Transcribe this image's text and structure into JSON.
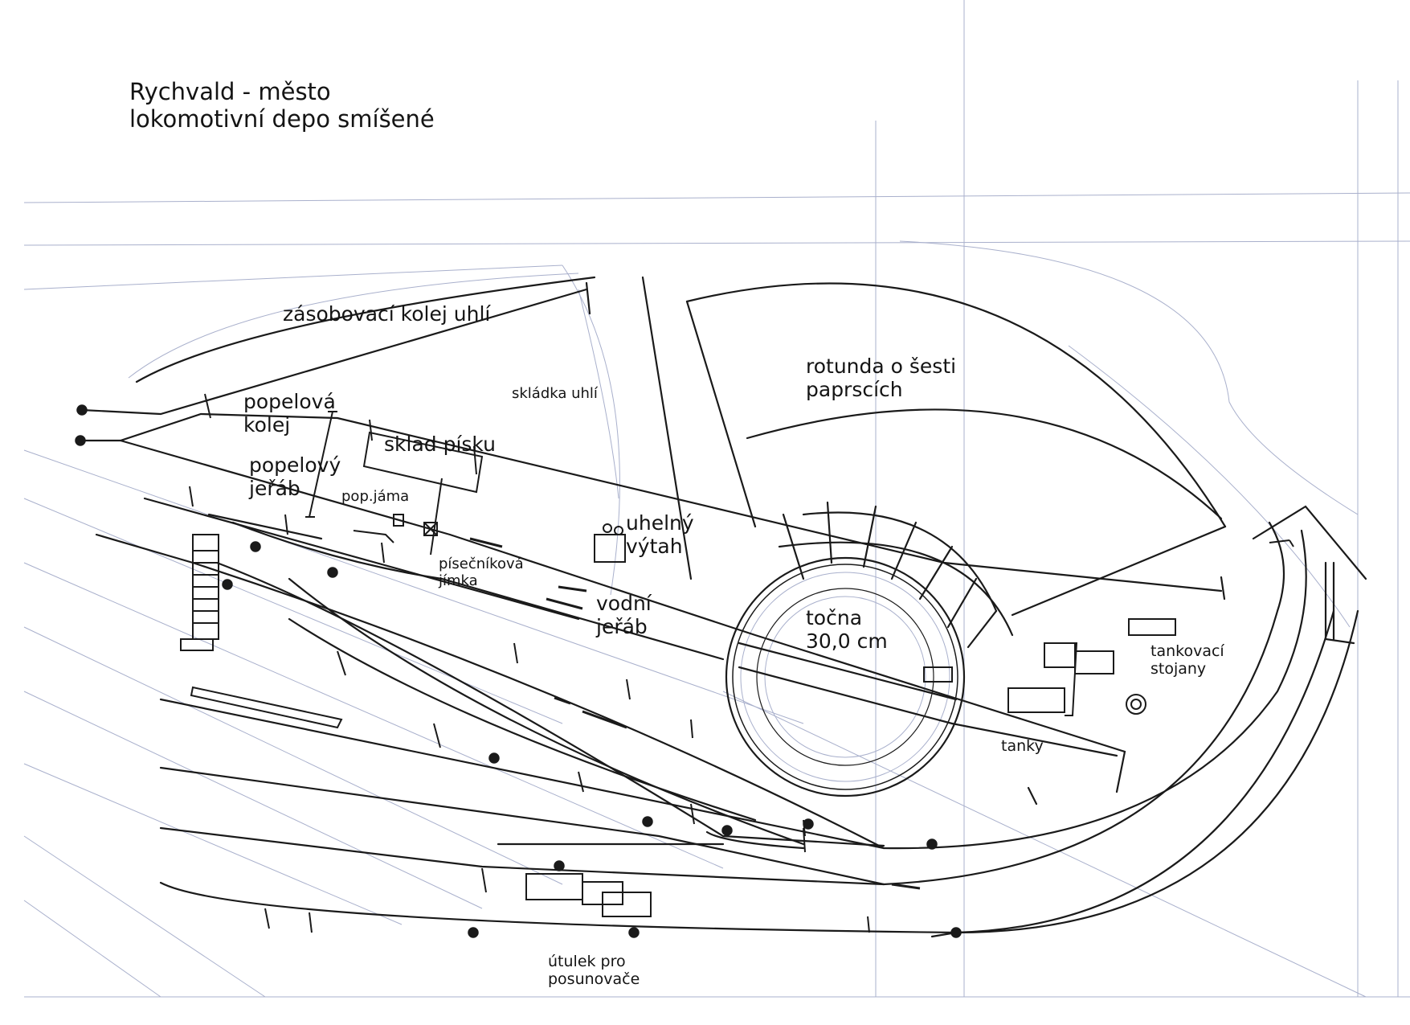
{
  "title": {
    "line1": "Rychvald - město",
    "line2": "lokomotivní depo smíšené"
  },
  "labels": {
    "coal_supply_track": "zásobovací kolej uhlí",
    "roundhouse_line1": "rotunda o šesti",
    "roundhouse_line2": "paprscích",
    "ash_track_line1": "popelová",
    "ash_track_line2": "kolej",
    "coal_storage": "skládka uhlí",
    "sand_store": "sklad písku",
    "ash_crane_line1": "popelový",
    "ash_crane_line2": "jeřáb",
    "ash_pit": "pop.jáma",
    "coal_elevator_line1": "uhelný",
    "coal_elevator_line2": "výtah",
    "sand_pit_line1": "písečníková",
    "sand_pit_line2": "jímka",
    "water_crane_line1": "vodní",
    "water_crane_line2": "jeřáb",
    "turntable_line1": "točna",
    "turntable_line2": "30,0 cm",
    "fuel_stands_line1": "tankovací",
    "fuel_stands_line2": "stojany",
    "tanks": "tanky",
    "shunter_shelter_line1": "útulek pro",
    "shunter_shelter_line2": "posunovače"
  },
  "colors": {
    "ink": "#141414",
    "construction": "#a9b0cc"
  }
}
